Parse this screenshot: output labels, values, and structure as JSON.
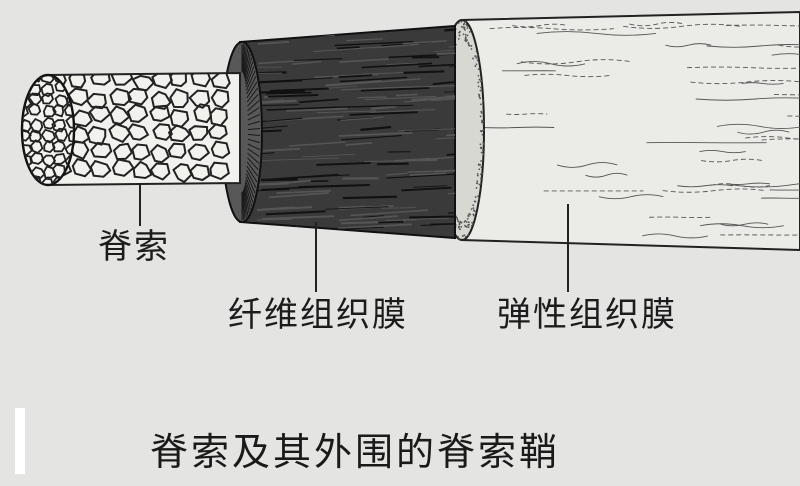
{
  "labels": {
    "spinal_cord": "脊索",
    "fibrous_membrane": "纤维组织膜",
    "elastic_membrane": "弹性组织膜"
  },
  "caption": "脊索及其外围的脊索鞘",
  "colors": {
    "paper": "#e4e4e2",
    "ink": "#1c1c1c",
    "fibrous_fill": "#2a2a2a"
  }
}
